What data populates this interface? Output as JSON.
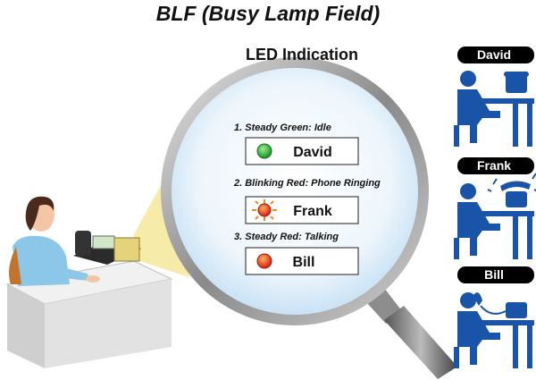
{
  "title": "BLF (Busy Lamp Field)",
  "lens": {
    "heading": "LED Indication",
    "items": [
      {
        "caption": "1. Steady Green: Idle",
        "name": "David",
        "led_color": "#27b03a",
        "state": "steady"
      },
      {
        "caption": "2. Blinking Red: Phone Ringing",
        "name": "Frank",
        "led_color": "#e8331c",
        "state": "blinking"
      },
      {
        "caption": "3. Steady Red: Talking",
        "name": "Bill",
        "led_color": "#e8331c",
        "state": "steady"
      }
    ]
  },
  "people": [
    {
      "name": "David",
      "status": "idle"
    },
    {
      "name": "Frank",
      "status": "ringing"
    },
    {
      "name": "Bill",
      "status": "talking"
    }
  ],
  "colors": {
    "icon_blue": "#1a54a8",
    "lens_tint": "#d9ecfa",
    "beam": "#f6e79a"
  }
}
